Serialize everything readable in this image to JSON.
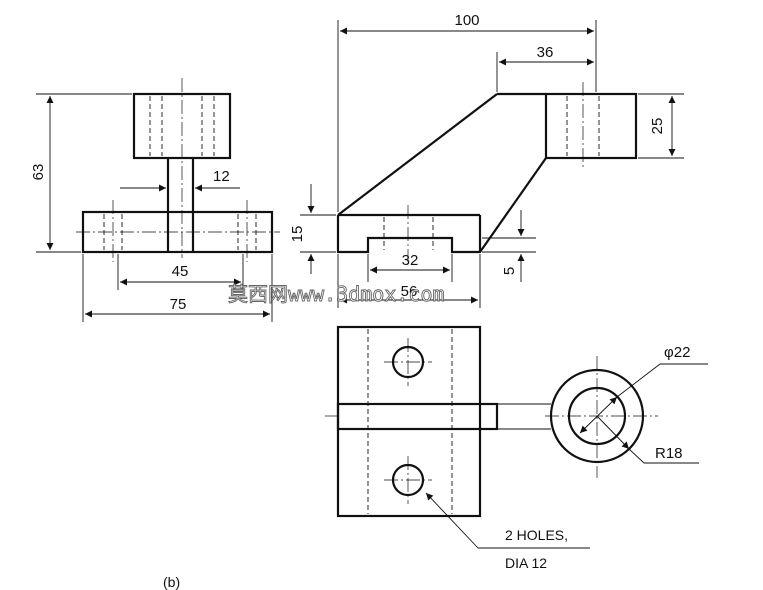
{
  "dimensions": {
    "front_height": "63",
    "stem_width": "12",
    "base_hole_span": "45",
    "base_width": "75",
    "overall_length": "100",
    "boss_width": "36",
    "boss_height": "25",
    "base_thickness": "15",
    "step": "5",
    "slot_width": "32",
    "base_length": "56",
    "bore_diameter": "φ22",
    "boss_radius": "R18"
  },
  "notes": {
    "holes_line1": "2 HOLES,",
    "holes_line2": "DIA 12"
  },
  "caption": "(b)",
  "watermark": "莫西网www.3dmox.com"
}
